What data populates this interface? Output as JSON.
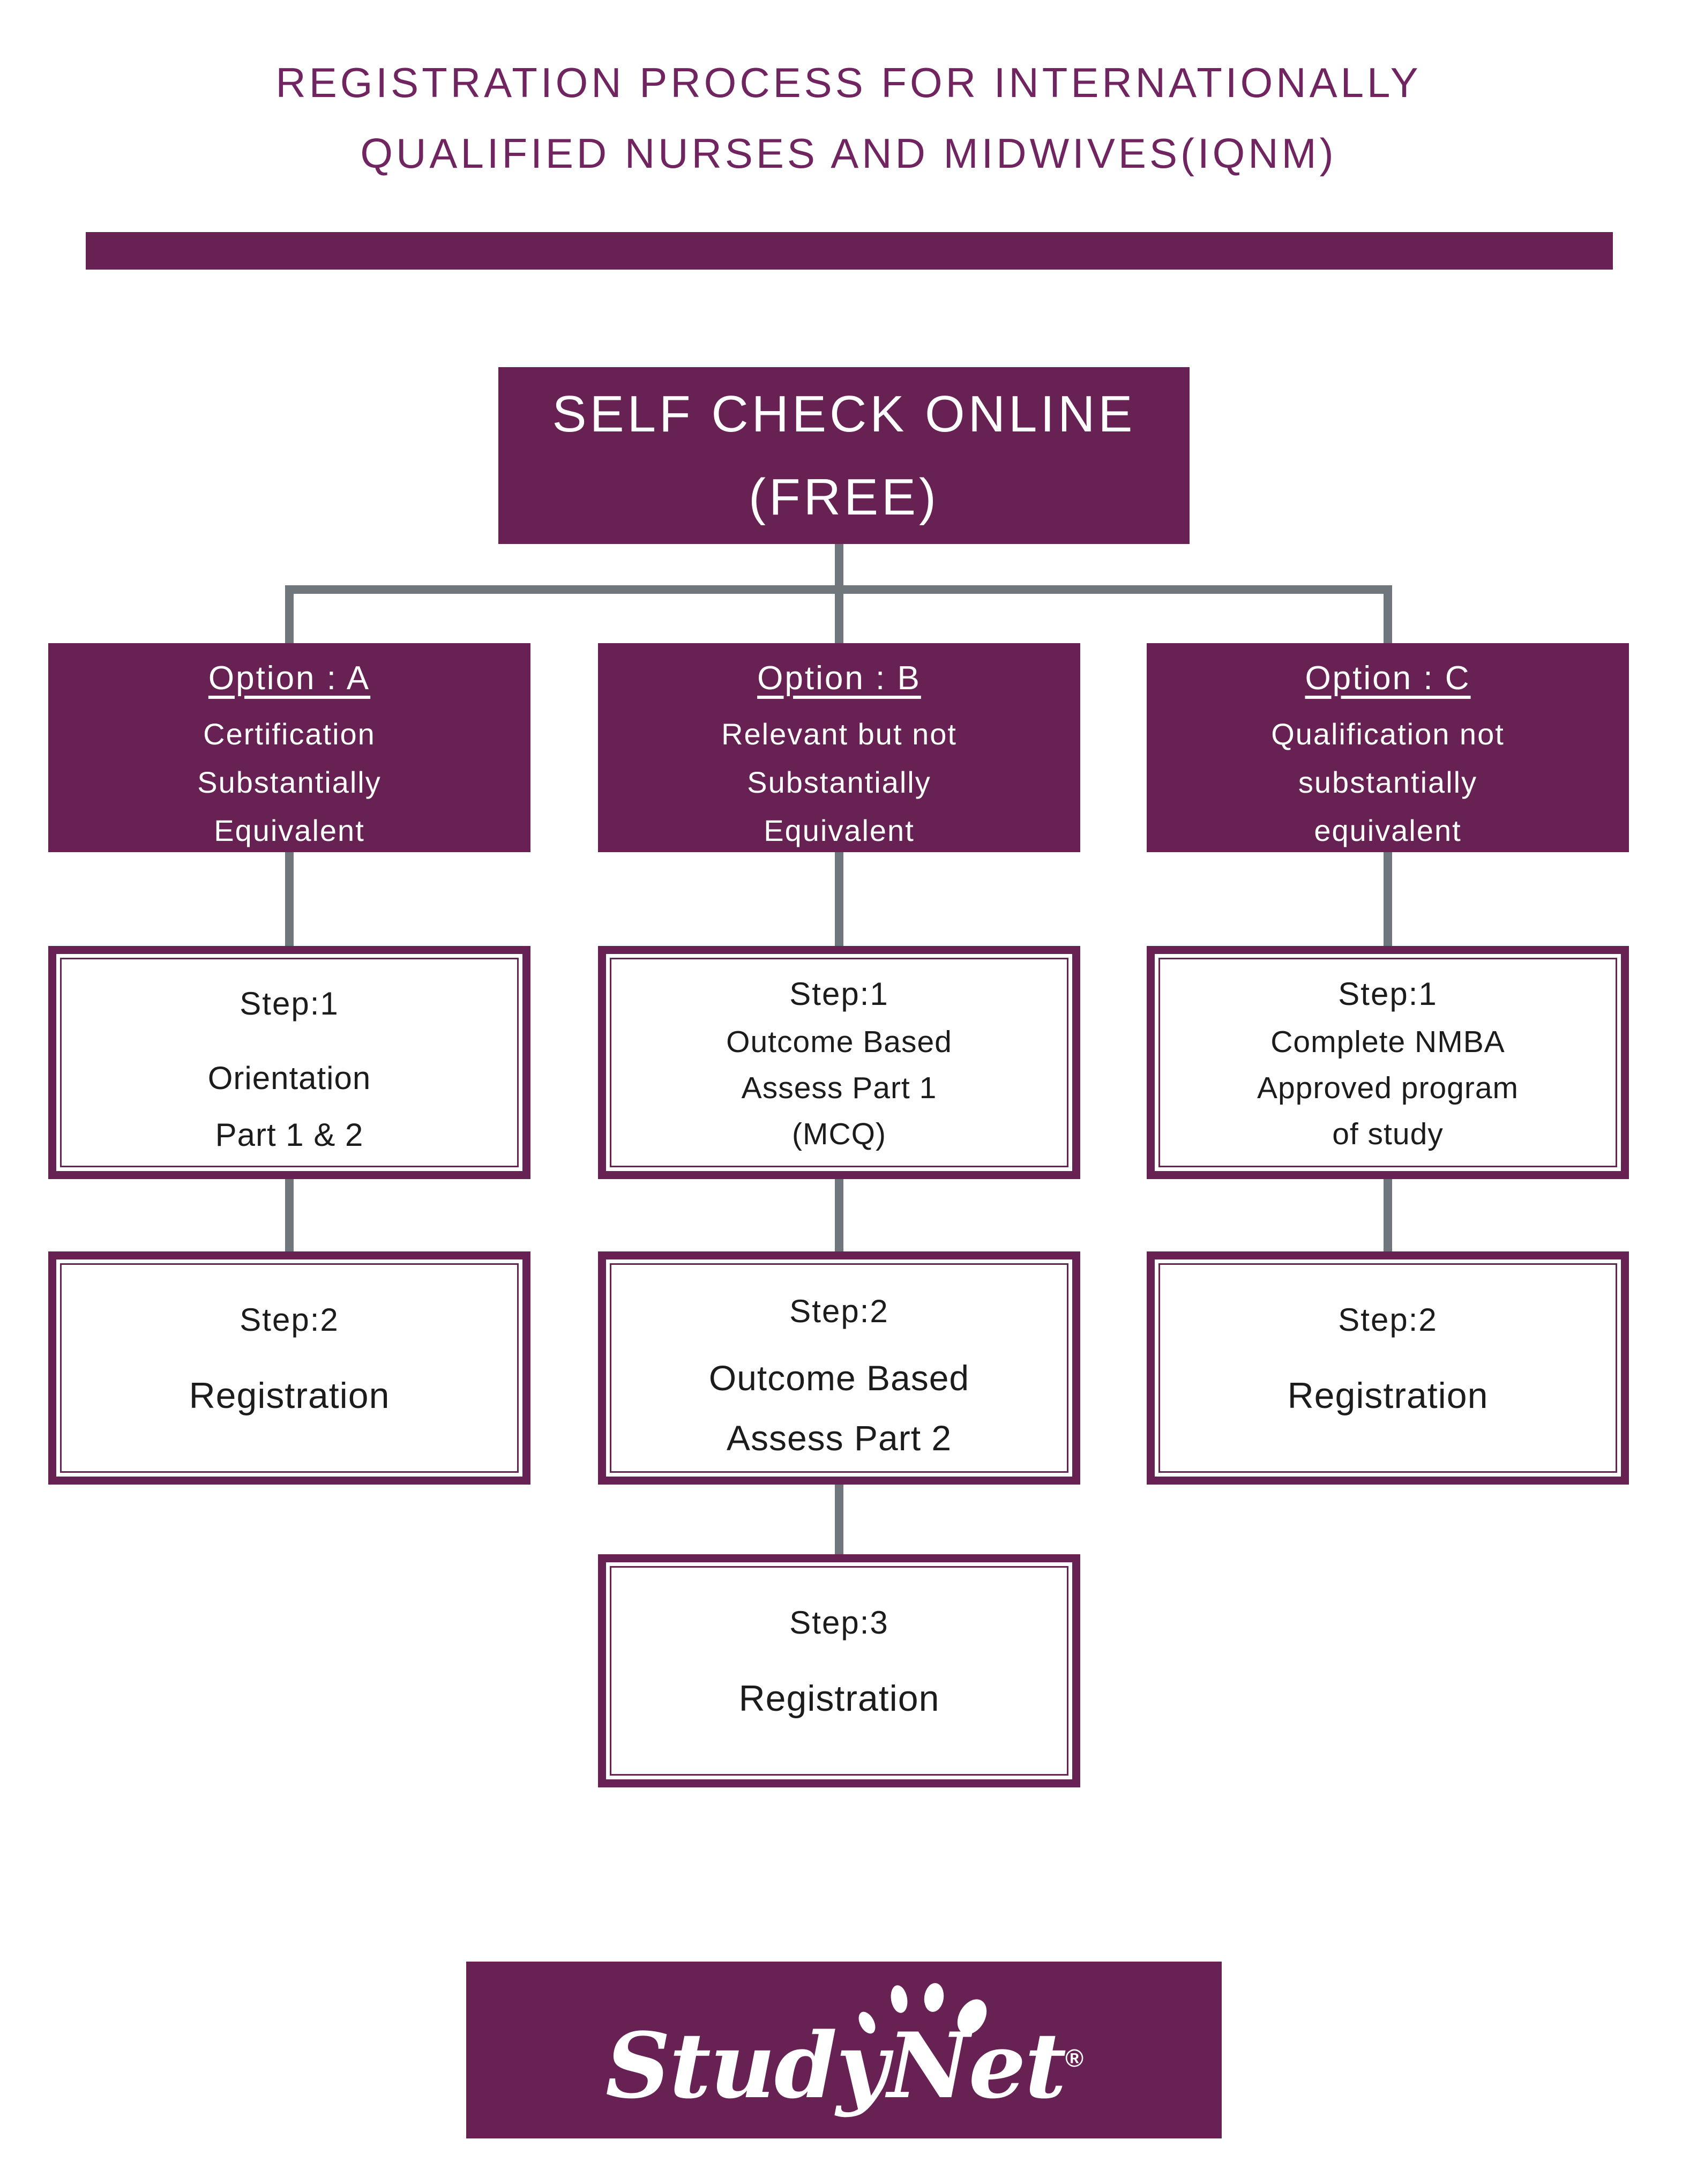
{
  "colors": {
    "box_purple": "#682153",
    "title_purple": "#702561",
    "connector_gray": "#6f777d",
    "step_text": "#1c1c1c",
    "box_text": "#ffffff"
  },
  "title": {
    "line1": "REGISTRATION PROCESS FOR INTERNATIONALLY",
    "line2": "QUALIFIED NURSES AND MIDWIVES(IQNM)"
  },
  "root_box": {
    "line1": "SELF CHECK ONLINE",
    "line2": "(FREE)"
  },
  "options": [
    {
      "heading": "Option : A",
      "lines": [
        "Certification",
        "Substantially",
        "Equivalent"
      ],
      "steps": [
        {
          "heading": "Step:1",
          "lines": [
            "Orientation",
            "Part 1 & 2"
          ]
        },
        {
          "heading": "Step:2",
          "lines": [
            "Registration"
          ]
        }
      ]
    },
    {
      "heading": "Option : B",
      "lines": [
        "Relevant but not",
        "Substantially",
        "Equivalent"
      ],
      "steps": [
        {
          "heading": "Step:1",
          "lines": [
            "Outcome Based",
            "Assess Part 1",
            "(MCQ)"
          ]
        },
        {
          "heading": "Step:2",
          "lines": [
            "Outcome Based",
            "Assess Part 2"
          ]
        },
        {
          "heading": "Step:3",
          "lines": [
            "Registration"
          ]
        }
      ]
    },
    {
      "heading": "Option : C",
      "lines": [
        "Qualification not",
        "substantially",
        "equivalent"
      ],
      "steps": [
        {
          "heading": "Step:1",
          "lines": [
            "Complete NMBA",
            "Approved program",
            "of study"
          ]
        },
        {
          "heading": "Step:2",
          "lines": [
            "Registration"
          ]
        }
      ]
    }
  ],
  "logo": {
    "text": "StudyNet",
    "registered": "®",
    "icon": "paw-print-dots"
  }
}
